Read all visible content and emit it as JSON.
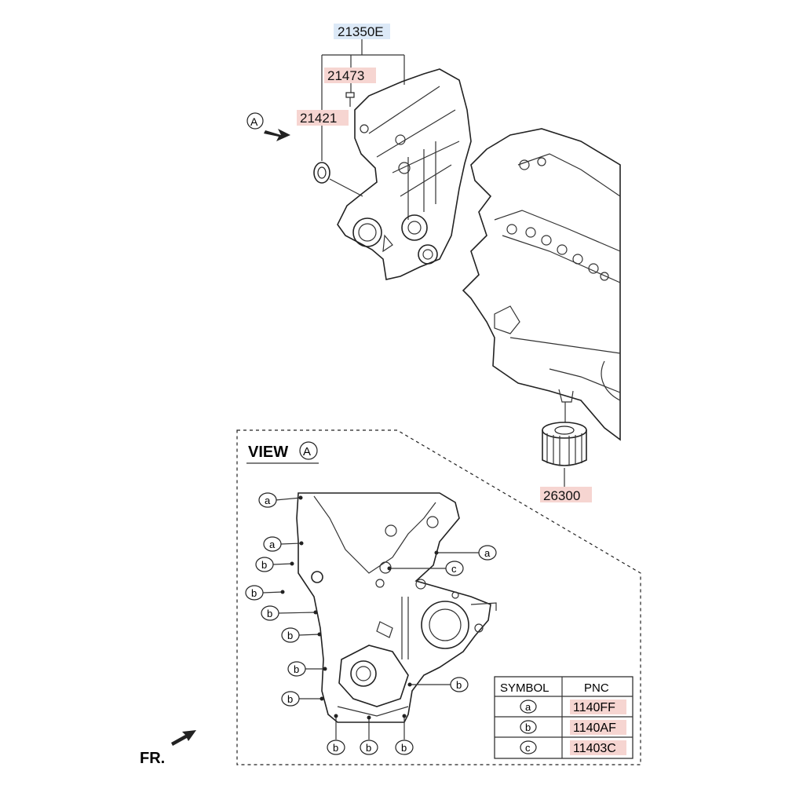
{
  "part_numbers": {
    "assembly": "21350E",
    "bolt": "21473",
    "oil_seal": "21421",
    "oil_filter": "26300"
  },
  "view": {
    "arrow_letter": "A",
    "title_prefix": "VIEW",
    "title_letter": "A"
  },
  "callouts": {
    "a": "a",
    "b": "b",
    "c": "c"
  },
  "legend": {
    "headers": [
      "SYMBOL",
      "PNC"
    ],
    "rows": [
      {
        "symbol": "a",
        "pnc": "1140FF"
      },
      {
        "symbol": "b",
        "pnc": "1140AF"
      },
      {
        "symbol": "c",
        "pnc": "11403C"
      }
    ]
  },
  "front_label": "FR.",
  "colors": {
    "assembly_highlight": "#dce9f7",
    "part_highlight": "#f6d5d1",
    "line": "#222222"
  }
}
